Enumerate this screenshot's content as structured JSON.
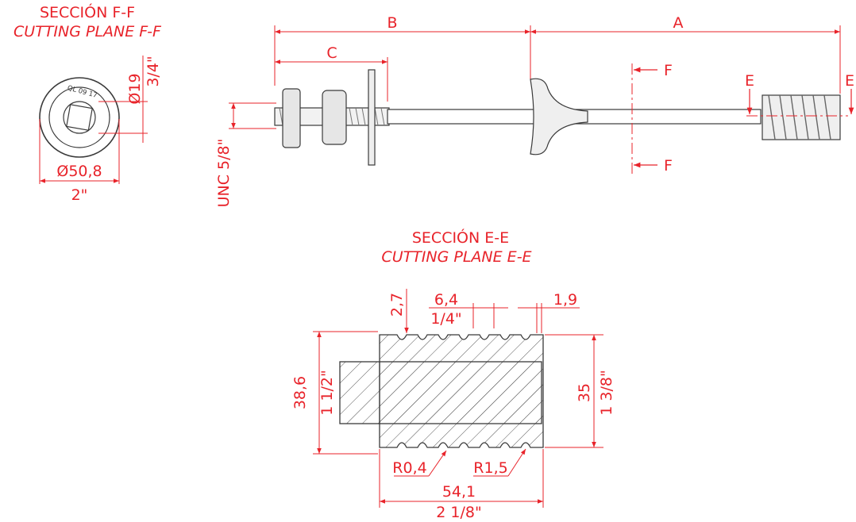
{
  "colors": {
    "dimension": "#e8232a",
    "outline": "#3a3a3a",
    "hatch": "#555555",
    "background": "#ffffff"
  },
  "section_ff": {
    "title": "SECCIÓN F-F",
    "subtitle": "CUTTING PLANE F-F",
    "engraving": "QL 09 17",
    "dia_mm": "Ø19",
    "dia_in": "3/4\"",
    "outer_dia_mm": "Ø50,8",
    "outer_dia_in": "2\""
  },
  "main_view": {
    "label_b": "B",
    "label_a": "A",
    "label_c": "C",
    "thread_label": "UNC 5/8\"",
    "cut_f_top": "F",
    "cut_f_bottom": "F",
    "cut_e_left": "E",
    "cut_e_right": "E"
  },
  "section_ee": {
    "title": "SECCIÓN E-E",
    "subtitle": "CUTTING PLANE E-E",
    "depth": "2,7",
    "pitch_mm": "6,4",
    "pitch_in": "1/4\"",
    "land": "1,9",
    "height_mm": "38,6",
    "height_in": "1 1/2\"",
    "inner_mm": "35",
    "inner_in": "1 3/8\"",
    "radius_small": "R0,4",
    "radius_large": "R1,5",
    "length_mm": "54,1",
    "length_in": "2 1/8\""
  }
}
